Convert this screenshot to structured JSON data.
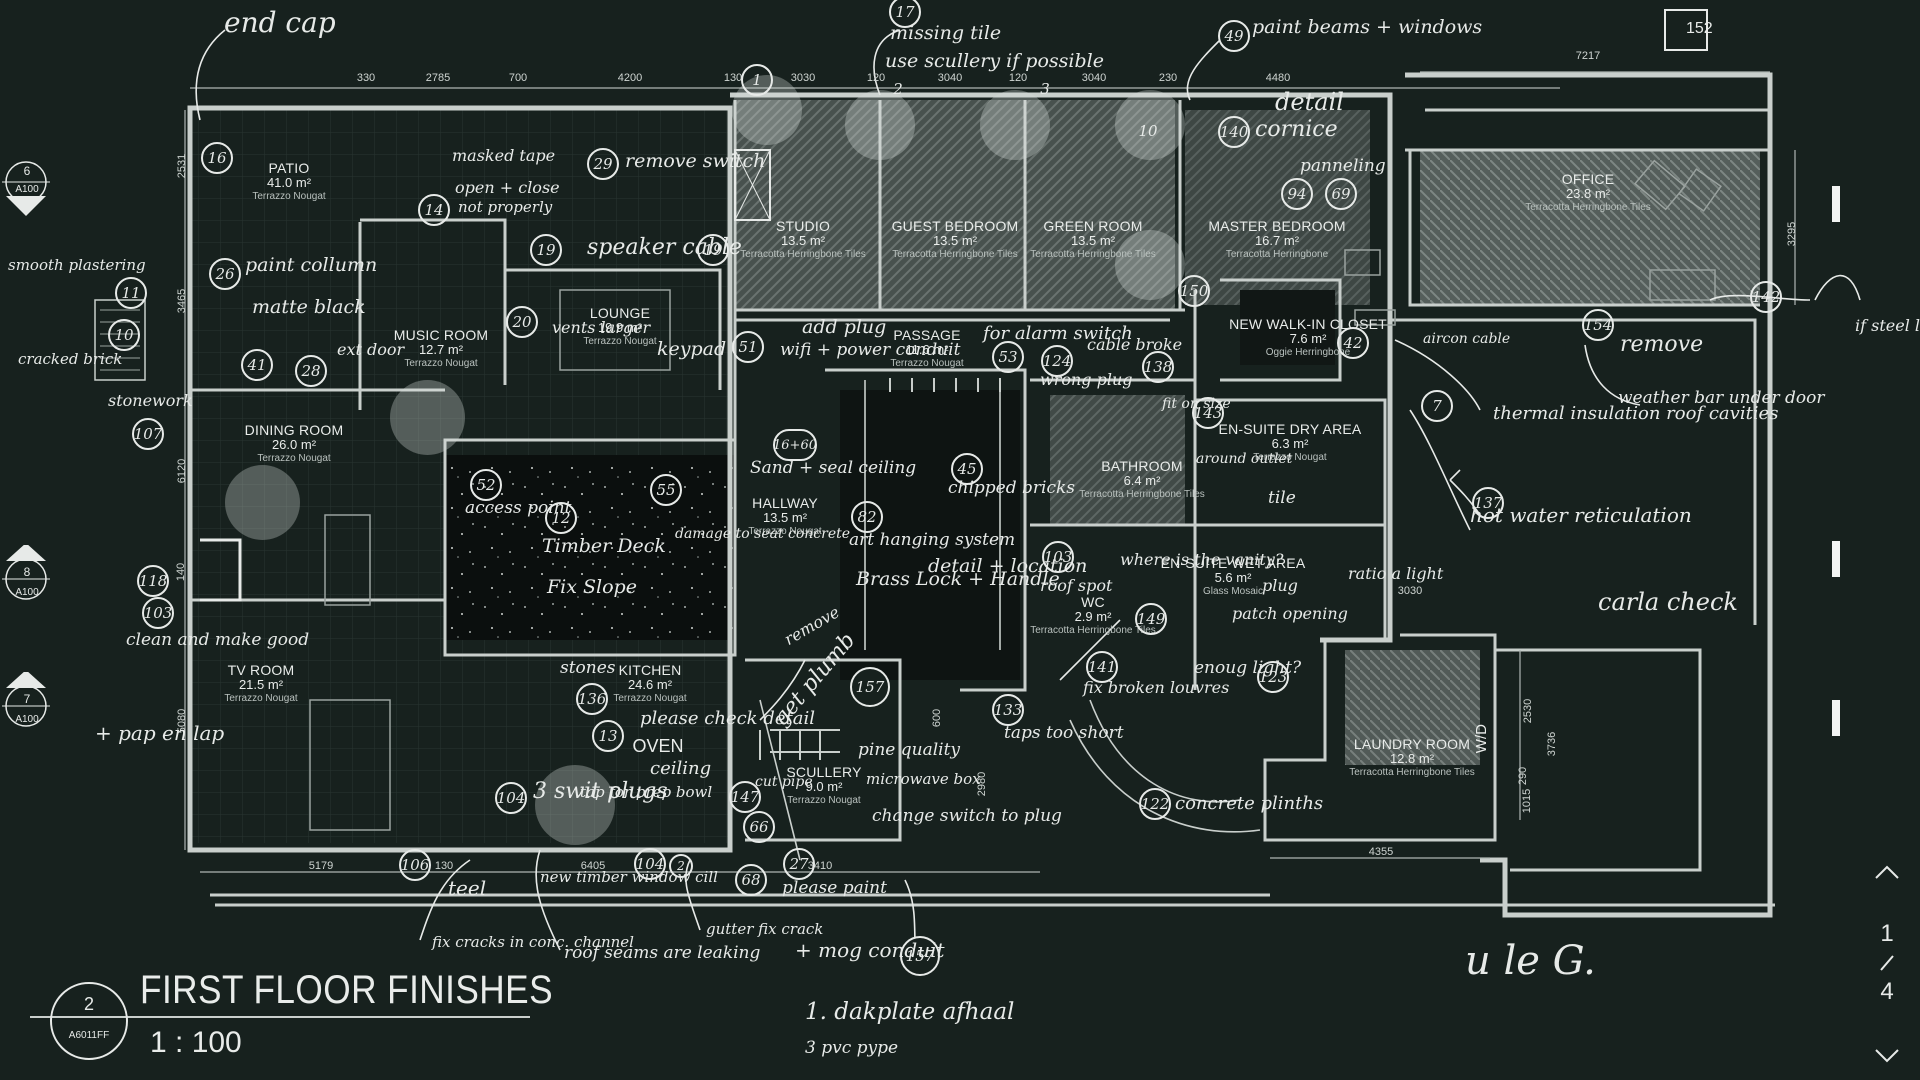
{
  "drawing": {
    "title": "FIRST FLOOR FINISHES",
    "scale": "1 : 100",
    "view_number": "2",
    "sheet_ref": "A6011FF"
  },
  "pager": {
    "current_page": "1",
    "total_pages": "4"
  },
  "rooms": [
    {
      "name": "PATIO",
      "area": "41.0 m²",
      "finish": "Terrazzo Nougat"
    },
    {
      "name": "MUSIC ROOM",
      "area": "12.7 m²",
      "finish": "Terrazzo Nougat"
    },
    {
      "name": "LOUNGE",
      "area": "19.9 m²",
      "finish": "Terrazzo Nougat"
    },
    {
      "name": "DINING ROOM",
      "area": "26.0 m²",
      "finish": "Terrazzo Nougat"
    },
    {
      "name": "TV ROOM",
      "area": "21.5 m²",
      "finish": "Terrazzo Nougat"
    },
    {
      "name": "KITCHEN",
      "area": "24.6 m²",
      "finish": "Terrazzo Nougat"
    },
    {
      "name": "HALLWAY",
      "area": "13.5 m²",
      "finish": "Terrazzo Nougat"
    },
    {
      "name": "PASSAGE",
      "area": "11.6 m²",
      "finish": "Terrazzo Nougat"
    },
    {
      "name": "SCULLERY",
      "area": "9.0 m²",
      "finish": "Terrazzo Nougat"
    },
    {
      "name": "STUDIO",
      "area": "13.5 m²",
      "finish": "Terracotta Herringbone Tiles"
    },
    {
      "name": "GUEST BEDROOM",
      "area": "13.5 m²",
      "finish": "Terracotta Herringbone Tiles"
    },
    {
      "name": "GREEN ROOM",
      "area": "13.5 m²",
      "finish": "Terracotta Herringbone Tiles"
    },
    {
      "name": "MASTER BEDROOM",
      "area": "16.7 m²",
      "finish": "Terracotta Herringbone"
    },
    {
      "name": "NEW WALK-IN CLOSET",
      "area": "7.6 m²",
      "finish": "Oggie Herringbone"
    },
    {
      "name": "EN-SUITE DRY AREA",
      "area": "6.3 m²",
      "finish": "Terrazzo Nougat"
    },
    {
      "name": "BATHROOM",
      "area": "6.4 m²",
      "finish": "Terracotta Herringbone Tiles"
    },
    {
      "name": "EN-SUITE WET AREA",
      "area": "5.6 m²",
      "finish": "Glass Mosaic"
    },
    {
      "name": "WC",
      "area": "2.9 m²",
      "finish": "Terracotta Herringbone Tiles"
    },
    {
      "name": "OFFICE",
      "area": "23.8 m²",
      "finish": "Terracotta Herringbone Tiles"
    },
    {
      "name": "LAUNDRY ROOM",
      "area": "12.8 m²",
      "finish": "Terracotta Herringbone Tiles"
    }
  ],
  "fixtures": {
    "oven": "OVEN",
    "wd": "W/D",
    "box_152": "152"
  },
  "dimensions": {
    "top": [
      "330",
      "2785",
      "700",
      "4200",
      "130",
      "3030",
      "120",
      "3040",
      "120",
      "3040",
      "230",
      "4480",
      "7217"
    ],
    "bottom": [
      "5179",
      "130",
      "6405",
      "3410",
      "4355"
    ],
    "side": [
      "2531",
      "3465",
      "6120",
      "140",
      "5080",
      "3295",
      "3030",
      "600",
      "2980",
      "2530",
      "3736",
      "1015",
      "290"
    ]
  },
  "section_markers": [
    {
      "number": "6",
      "sheet": "A100"
    },
    {
      "number": "8",
      "sheet": "A100"
    },
    {
      "number": "7",
      "sheet": "A100"
    }
  ],
  "tags": [
    "16",
    "29",
    "14",
    "19",
    "19",
    "26",
    "20",
    "11",
    "10",
    "41",
    "28",
    "107",
    "52",
    "12",
    "55",
    "118",
    "103",
    "16+60",
    "82",
    "51",
    "53",
    "124",
    "45",
    "136",
    "13",
    "104",
    "106",
    "104",
    "2",
    "147",
    "66",
    "68",
    "27",
    "157",
    "157",
    "17",
    "140",
    "49",
    "94",
    "69",
    "150",
    "42",
    "138",
    "7",
    "143",
    "137",
    "154",
    "142",
    "103",
    "141",
    "149",
    "123",
    "122",
    "133",
    "1",
    "2",
    "3",
    "10"
  ],
  "annotations": [
    "end cap",
    "missing tile",
    "use scullery if possible",
    "paint beams + windows",
    "detail",
    "cornice",
    "panneling",
    "masked tape",
    "open + close",
    "not properly",
    "remove switch",
    "speaker cable",
    "paint collumn",
    "matte black",
    "smooth plastering",
    "cracked brick",
    "stonework",
    "ext door",
    "vents larger",
    "keypad",
    "add plug",
    "wifi + power conduit",
    "for alarm switch",
    "cable broke",
    "wrong plug",
    "access point",
    "Timber Deck",
    "Fix Slope",
    "damage to seat concrete",
    "Sand + seal ceiling",
    "art hanging system",
    "detail + location",
    "Brass Lock + Handle",
    "chipped bricks",
    "remove",
    "get plumb",
    "stones",
    "please check detail",
    "ceiling",
    "pine quality",
    "microwave box",
    "change switch to plug",
    "tap for prep bowl",
    "3 swit plugs",
    "cut pipe",
    "please paint",
    "taps too short",
    "clean and make good",
    "+ pap en lap",
    "teel",
    "new timber window cill",
    "fix cracks in conc. channel",
    "roof seams are leaking",
    "gutter fix crack",
    "+ mog conduit",
    "1. dakplate afhaal",
    "3 pvc pype",
    "roof spot",
    "where is the vanity?",
    "plug",
    "patch opening",
    "ratio a light",
    "fix broken louvres",
    "enoug light?",
    "concrete plinths",
    "tile",
    "around outlet",
    "fit on size",
    "aircon cable",
    "thermal insulation roof cavities",
    "hot water reticulation",
    "remove",
    "weather bar under door",
    "if steel leftover please install fence",
    "carla check",
    "u le G."
  ],
  "colors": {
    "background": "#17211e",
    "linework": "#c9cfcc",
    "ink": "#e7eae8",
    "highlight": "#d7dcda"
  }
}
